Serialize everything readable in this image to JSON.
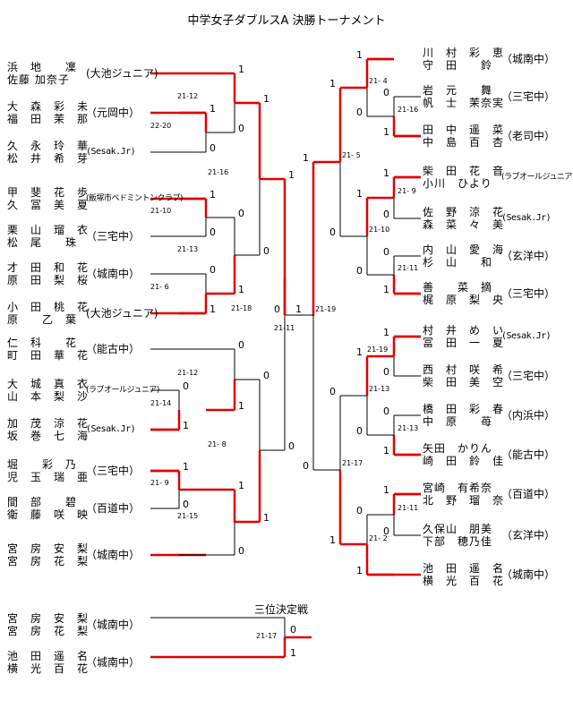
{
  "title": "中学女子ダブルスA 決勝トーナメント",
  "third_place_title": "三位決定戦",
  "win_color": "#e00000",
  "line_color": "#000000",
  "left": [
    {
      "p1": "浜　地　　凜",
      "p2": "佐藤 加奈子",
      "club": "(大池ジュニア)"
    },
    {
      "p1": "大　森　彩　未",
      "p2": "福　田　茉　那",
      "club": "（元岡中）"
    },
    {
      "p1": "久　永　玲　華",
      "p2": "松　井　希　芽",
      "club": "(Sesak.Jr)"
    },
    {
      "p1": "甲　斐　花　歩",
      "p2": "久　冨　美　夏",
      "club": "(飯塚市ベドミントンクラブ)"
    },
    {
      "p1": "栗　山　瑠　衣",
      "p2": "松　尾　　珠",
      "club": "（三宅中）"
    },
    {
      "p1": "才　田　和　花",
      "p2": "原　田　梨　桜",
      "club": "（城南中）"
    },
    {
      "p1": "小　田　桃　花",
      "p2": "原　　乙　葉",
      "club": "(大池ジュニア)"
    },
    {
      "p1": "仁　科　　花",
      "p2": "町　田　華　花",
      "club": "（能古中）"
    },
    {
      "p1": "大　城　真　衣",
      "p2": "山　本　梨　沙",
      "club": "(ラブオールジュニア)"
    },
    {
      "p1": "加　茂　涼　花",
      "p2": "坂　巻　七　海",
      "club": "(Sesak.Jr)"
    },
    {
      "p1": "堀　　彩　乃",
      "p2": "児　玉　瑞　亜",
      "club": "（三宅中）"
    },
    {
      "p1": "間　部　　碧",
      "p2": "衛　藤　咲　映",
      "club": "（百道中）"
    },
    {
      "p1": "宮　房　安　梨",
      "p2": "宮　房　花　梨",
      "club": "（城南中）"
    }
  ],
  "right": [
    {
      "p1": "川　村　彩　恵",
      "p2": "守　田　　鈴",
      "club": "（城南中）"
    },
    {
      "p1": "岩　元　　舞",
      "p2": "帆　士　茉奈実",
      "club": "（三宅中）"
    },
    {
      "p1": "田　中　遥　菜",
      "p2": "中　島　百　杏",
      "club": "（老司中）"
    },
    {
      "p1": "柴　田　花　音",
      "p2": "小川　ひより",
      "club": "(ラブオールジュニア)"
    },
    {
      "p1": "佐　野　涼　花",
      "p2": "森　菜　々　美",
      "club": "(Sesak.Jr)"
    },
    {
      "p1": "内　山　愛　海",
      "p2": "杉　山　　和",
      "club": "（玄洋中）"
    },
    {
      "p1": "善　　菜　摘",
      "p2": "梶　原　梨　央",
      "club": "（三宅中）"
    },
    {
      "p1": "村　井　め　い",
      "p2": "冨　田　一　夏",
      "club": "(Sesak.Jr)"
    },
    {
      "p1": "西　村　咲　希",
      "p2": "柴　田　美　空",
      "club": "（三宅中）"
    },
    {
      "p1": "橋　田　彩　春",
      "p2": "中　原　　苺",
      "club": "（内浜中）"
    },
    {
      "p1": "矢田　かりん",
      "p2": "崎　田　鈴　佳",
      "club": "（能古中）"
    },
    {
      "p1": "宮崎　有希奈",
      "p2": "北　野　瑠　奈",
      "club": "（百道中）"
    },
    {
      "p1": "久保山　朋美",
      "p2": "下部　穂乃佳",
      "club": "（玄洋中）"
    },
    {
      "p1": "池　田　遥　名",
      "p2": "横　光　百　花",
      "club": "（城南中）"
    }
  ],
  "third": [
    {
      "p1": "宮　房　安　梨",
      "p2": "宮　房　花　梨",
      "club": "（城南中）"
    },
    {
      "p1": "池　田　遥　名",
      "p2": "横　光　百　花",
      "club": "（城南中）"
    }
  ],
  "matches": {
    "L1": {
      "score": "21-12",
      "a": "1",
      "b": "0"
    },
    "L2": {
      "score": "22-20",
      "a": "1",
      "b": "0"
    },
    "L3": {
      "score": "21-10",
      "a": "1",
      "b": "0"
    },
    "L4": {
      "score": "21- 6",
      "a": "0",
      "b": "1"
    },
    "L5": {
      "score": "21-12",
      "a": "0",
      "b": "1"
    },
    "L6": {
      "score": "21-14",
      "a": "0",
      "b": "1"
    },
    "L7": {
      "score": "21- 9",
      "a": "1",
      "b": "0"
    },
    "L8": {
      "score": "21-16",
      "a": "1",
      "b": "0"
    },
    "L9": {
      "score": "21-13",
      "a": "0",
      "b": "1"
    },
    "L10": {
      "score": "21- 8",
      "a": "0",
      "b": "1"
    },
    "L11": {
      "score": "21-15",
      "a": "1",
      "b": "0"
    },
    "L12": {
      "score": "21-18",
      "a": "1",
      "b": "0"
    },
    "L13": {
      "score": "21-11",
      "a": "1",
      "b": "0"
    },
    "R1": {
      "score": "21- 4",
      "a": "1",
      "b": "0"
    },
    "R2": {
      "score": "21-16",
      "a": "0",
      "b": "1"
    },
    "R3": {
      "score": "21- 9",
      "a": "1",
      "b": "0"
    },
    "R4": {
      "score": "21-11",
      "a": "0",
      "b": "1"
    },
    "R5": {
      "score": "21-13",
      "a": "0",
      "b": "1"
    },
    "R6": {
      "score": "21-19",
      "a": "1",
      "b": "0"
    },
    "R7": {
      "score": "21- 5",
      "a": "1",
      "b": "0"
    },
    "R8": {
      "score": "21-10",
      "a": "1",
      "b": "0"
    },
    "R9": {
      "score": "21-11",
      "a": "1",
      "b": "0"
    },
    "R10": {
      "score": "21- 2",
      "a": "0",
      "b": "1"
    },
    "R11": {
      "score": "21-17",
      "a": "0",
      "b": "1"
    },
    "R12": {
      "score": "21-19",
      "a": "1",
      "b": "0"
    },
    "R13": {
      "score": "21-13",
      "a": "1",
      "b": "0"
    },
    "F": {
      "score": "21-11",
      "a": "0",
      "b": "1"
    },
    "T": {
      "score": "21-17",
      "a": "0",
      "b": "1"
    }
  }
}
